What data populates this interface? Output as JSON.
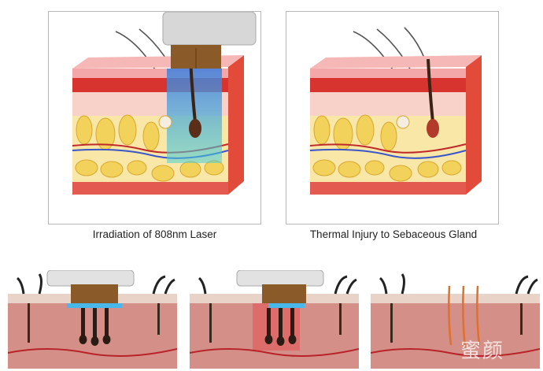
{
  "panels": [
    {
      "caption": "Irradiation of 808nm Laser"
    },
    {
      "caption": "Thermal Injury to Sebaceous Gland"
    }
  ],
  "watermark": "蜜颜",
  "colors": {
    "epidermis": "#f4a7a8",
    "dermis_red": "#d8342f",
    "fat": "#f2d25a",
    "laser_blue": "#4aa6e8",
    "heat_red": "#e8424a",
    "hair": "#3a2416",
    "handpiece_metal": "#d7d7d7",
    "handpiece_window": "#8a5b28"
  },
  "strips": [
    {
      "stage": "laser-applied"
    },
    {
      "stage": "heating"
    },
    {
      "stage": "follicle-destroyed"
    }
  ]
}
